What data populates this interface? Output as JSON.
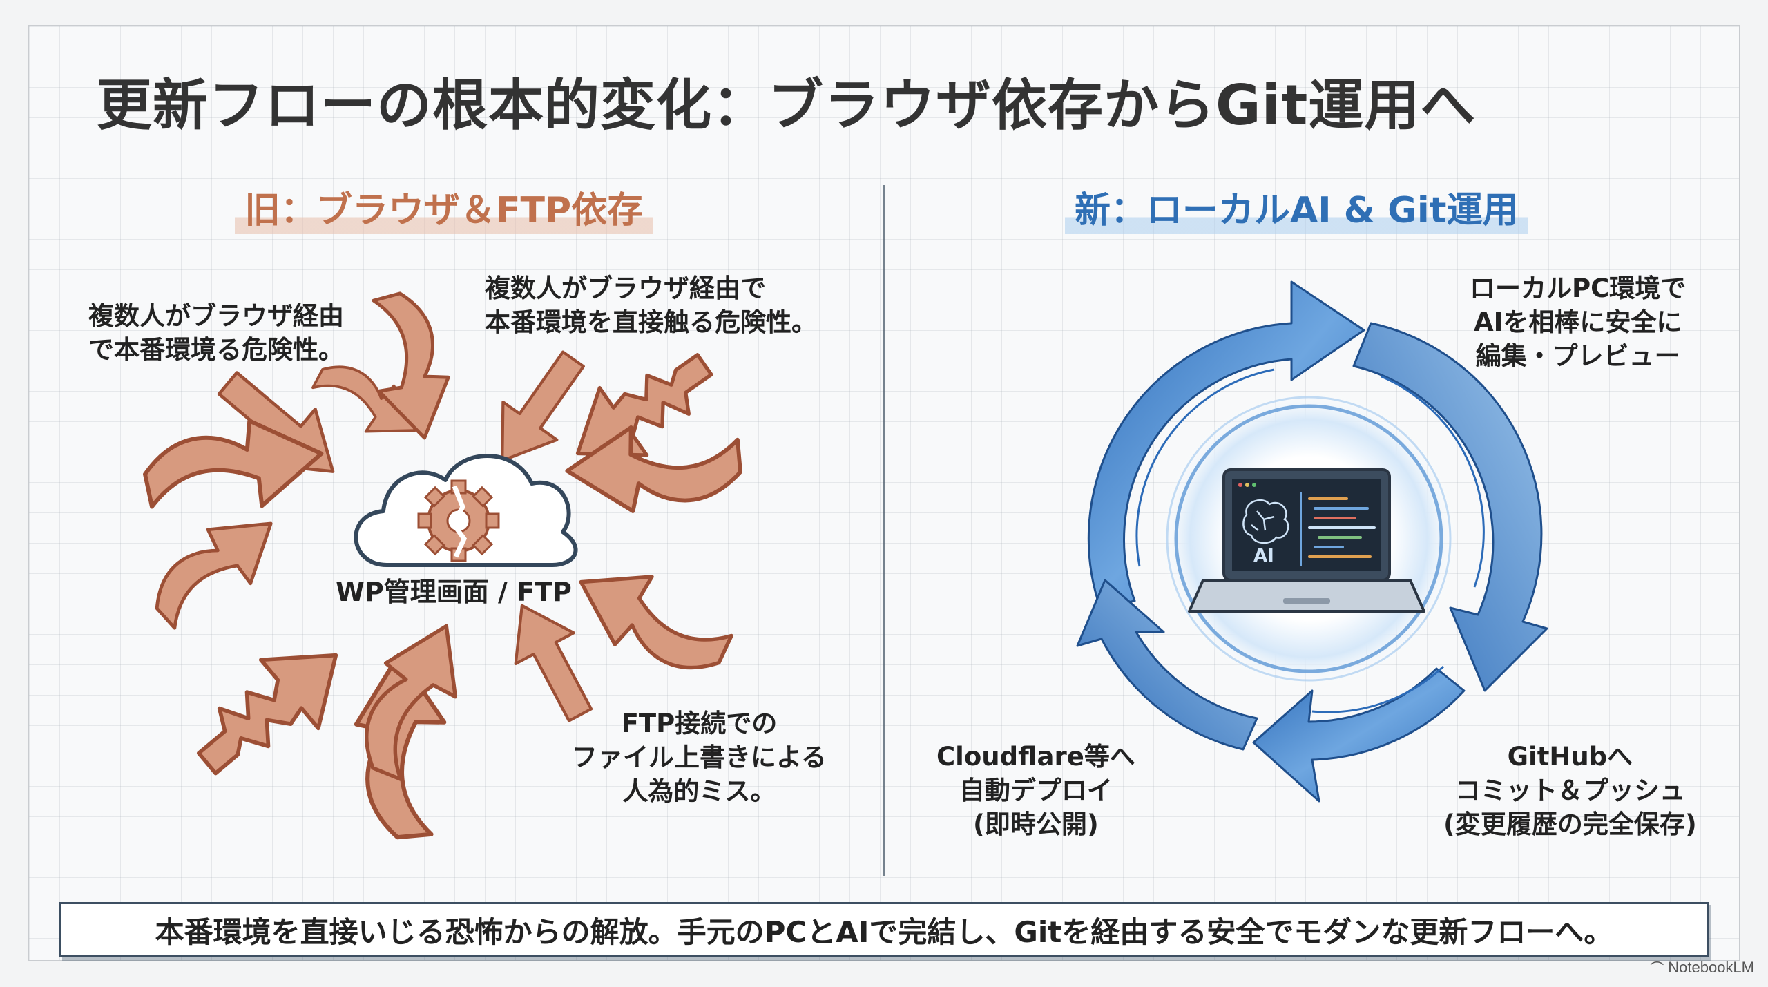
{
  "title": "更新フローの根本的変化：ブラウザ依存からGit運用へ",
  "old_side": {
    "heading": "旧：ブラウザ＆FTP依存",
    "center_label": "WP管理画面 / FTP",
    "notes": [
      "複数人がブラウザ経由\nで本番環境る危険性。",
      "複数人がブラウザ経由で\n本番環境を直接触る危険性。",
      "FTP接続での\nファイル上書きによる\n人為的ミス。"
    ]
  },
  "new_side": {
    "heading": "新：ローカルAI & Git運用",
    "laptop_label": "AI",
    "steps": [
      "ローカルPC環境で\nAIを相棒に安全に\n編集・プレビュー",
      "GitHubへ\nコミット＆プッシュ\n(変更履歴の完全保存)",
      "Cloudflare等へ\n自動デプロイ\n(即時公開)"
    ]
  },
  "banner": "本番環境を直接いじる恐怖からの解放。手元のPCとAIで完結し、Gitを経由する安全でモダンな更新フローへ。",
  "badge": "NotebookLM",
  "colors": {
    "old_accent": "#c0714d",
    "arrow_fill": "#d79a7f",
    "arrow_stroke": "#9c4f35",
    "new_accent": "#2f6fb5",
    "cycle_dark": "#2c6bb8",
    "cycle_light": "#9cc4ea"
  }
}
